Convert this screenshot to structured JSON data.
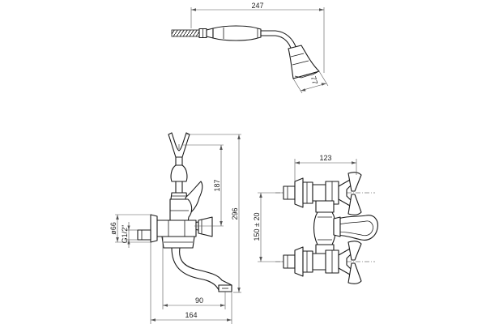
{
  "dimensions": {
    "shower_length": "247",
    "shower_head_diameter": "77",
    "side_body_height": "187",
    "side_total_height": "296",
    "pipe_diameter": "ø66",
    "thread_size": "G1/2\"",
    "spout_reach": "90",
    "side_depth": "164",
    "front_width": "123",
    "inlet_spacing": "150 ± 20"
  },
  "colors": {
    "line": "#1a1a1a",
    "dimension": "#555555",
    "background": "#ffffff"
  }
}
